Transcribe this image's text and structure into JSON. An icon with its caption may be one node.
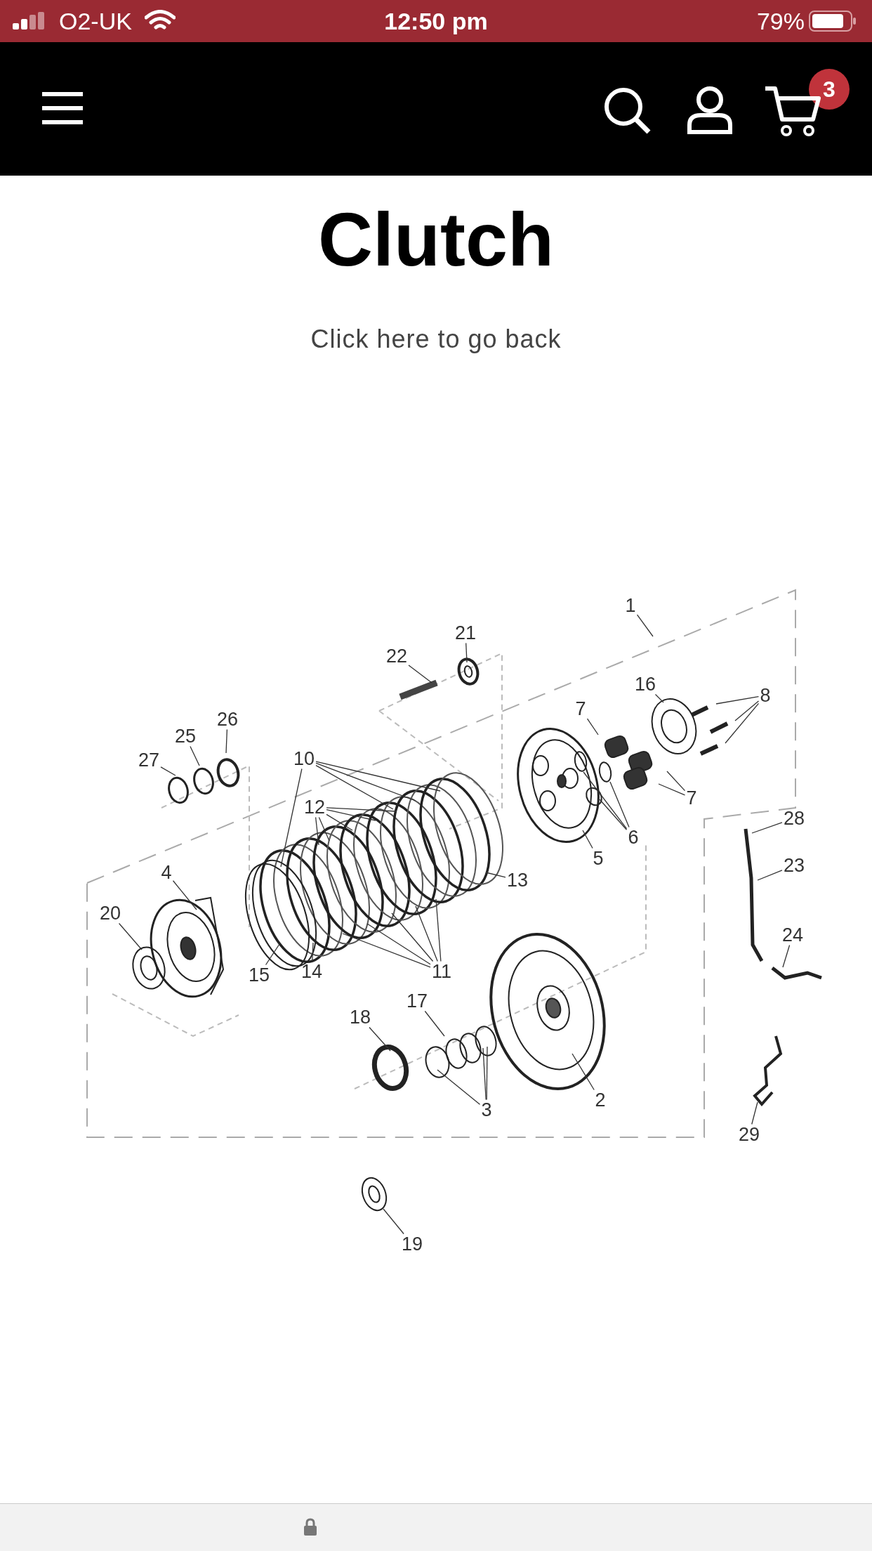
{
  "diagram": {
    "title": "Clutch",
    "nodes": [
      {
        "text": [
          "1"
        ]
      },
      {
        "text": [
          "2"
        ]
      },
      {
        "text": [
          "3"
        ]
      },
      {
        "text": [
          "4"
        ]
      },
      {
        "text": [
          "5"
        ]
      },
      {
        "text": [
          "6"
        ]
      },
      {
        "text": [
          "7"
        ]
      },
      {
        "text": [
          "7"
        ]
      },
      {
        "text": [
          "8"
        ]
      },
      {
        "text": [
          "10"
        ]
      },
      {
        "text": [
          "11"
        ]
      },
      {
        "text": [
          "12"
        ]
      },
      {
        "text": [
          "13"
        ]
      },
      {
        "text": [
          "14"
        ]
      },
      {
        "text": [
          "15"
        ]
      },
      {
        "text": [
          "16"
        ]
      },
      {
        "text": [
          "17"
        ]
      },
      {
        "text": [
          "18"
        ]
      },
      {
        "text": [
          "19"
        ]
      },
      {
        "text": [
          "20"
        ]
      },
      {
        "text": [
          "21"
        ]
      },
      {
        "text": [
          "22"
        ]
      },
      {
        "text": [
          "23"
        ]
      },
      {
        "text": [
          "24"
        ]
      },
      {
        "text": [
          "25"
        ]
      },
      {
        "text": [
          "26"
        ]
      },
      {
        "text": [
          "27"
        ]
      },
      {
        "text": [
          "28"
        ]
      },
      {
        "text": [
          "29"
        ]
      }
    ],
    "edges": [
      {
        "from": 0,
        "to": null,
        "arrow": "none"
      },
      {
        "from": 1,
        "to": null,
        "arrow": "none"
      },
      {
        "from": 2,
        "to": null,
        "arrow": "none"
      },
      {
        "from": 2,
        "to": null,
        "arrow": "none"
      },
      {
        "from": 2,
        "to": null,
        "arrow": "none"
      },
      {
        "from": 3,
        "to": null,
        "arrow": "none"
      },
      {
        "from": 4,
        "to": null,
        "arrow": "none"
      },
      {
        "from": 5,
        "to": null,
        "arrow": "none"
      },
      {
        "from": 5,
        "to": null,
        "arrow": "none"
      },
      {
        "from": 5,
        "to": null,
        "arrow": "none"
      },
      {
        "from": 6,
        "to": null,
        "arrow": "none"
      },
      {
        "from": 7,
        "to": null,
        "arrow": "none"
      },
      {
        "from": 7,
        "to": null,
        "arrow": "none"
      },
      {
        "from": 8,
        "to": null,
        "arrow": "none"
      },
      {
        "from": 8,
        "to": null,
        "arrow": "none"
      },
      {
        "from": 8,
        "to": null,
        "arrow": "none"
      },
      {
        "from": 9,
        "to": null,
        "arrow": "none"
      },
      {
        "from": 9,
        "to": null,
        "arrow": "none"
      },
      {
        "from": 9,
        "to": null,
        "arrow": "none"
      },
      {
        "from": 9,
        "to": null,
        "arrow": "none"
      },
      {
        "from": 10,
        "to": null,
        "arrow": "none"
      },
      {
        "from": 10,
        "to": null,
        "arrow": "none"
      },
      {
        "from": 10,
        "to": null,
        "arrow": "none"
      },
      {
        "from": 10,
        "to": null,
        "arrow": "none"
      },
      {
        "from": 10,
        "to": null,
        "arrow": "none"
      },
      {
        "from": 11,
        "to": null,
        "arrow": "none"
      },
      {
        "from": 11,
        "to": null,
        "arrow": "none"
      },
      {
        "from": 11,
        "to": null,
        "arrow": "none"
      },
      {
        "from": 11,
        "to": null,
        "arrow": "none"
      },
      {
        "from": 11,
        "to": null,
        "arrow": "none"
      },
      {
        "from": 12,
        "to": null,
        "arrow": "none"
      },
      {
        "from": 13,
        "to": null,
        "arrow": "none"
      },
      {
        "from": 14,
        "to": null,
        "arrow": "none"
      },
      {
        "from": 15,
        "to": null,
        "arrow": "none"
      },
      {
        "from": 16,
        "to": null,
        "arrow": "none"
      },
      {
        "from": 17,
        "to": null,
        "arrow": "none"
      },
      {
        "from": 18,
        "to": null,
        "arrow": "none"
      },
      {
        "from": 19,
        "to": null,
        "arrow": "none"
      },
      {
        "from": 20,
        "to": null,
        "arrow": "none"
      },
      {
        "from": 21,
        "to": null,
        "arrow": "none"
      },
      {
        "from": 22,
        "to": null,
        "arrow": "none"
      },
      {
        "from": 23,
        "to": null,
        "arrow": "none"
      },
      {
        "from": 24,
        "to": null,
        "arrow": "none"
      },
      {
        "from": 25,
        "to": null,
        "arrow": "none"
      },
      {
        "from": 26,
        "to": null,
        "arrow": "none"
      },
      {
        "from": 27,
        "to": null,
        "arrow": "none"
      },
      {
        "from": 28,
        "to": null,
        "arrow": "none"
      }
    ],
    "labels": [
      "O2-UK",
      "12:50 pm",
      "79%",
      "3",
      "Click here to go back"
    ]
  }
}
